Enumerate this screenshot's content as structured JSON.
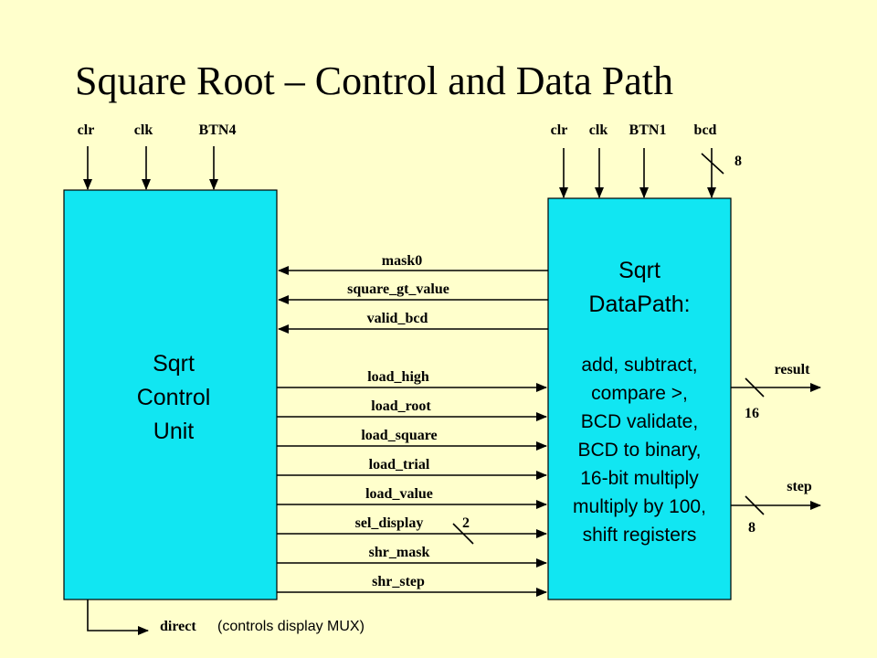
{
  "title": "Square Root – Control and Data Path",
  "control_unit": {
    "label_lines": [
      "Sqrt",
      "Control",
      "Unit"
    ],
    "inputs": [
      "clr",
      "clk",
      "BTN4"
    ]
  },
  "datapath": {
    "label_lines": [
      "Sqrt",
      "DataPath:"
    ],
    "ops_lines": [
      "add, subtract,",
      "compare >,",
      "BCD validate,",
      "BCD to binary,",
      "16-bit multiply",
      "multiply by 100,",
      "shift registers"
    ],
    "inputs": [
      "clr",
      "clk",
      "BTN1",
      "bcd"
    ],
    "bcd_width": "8"
  },
  "status_signals": [
    "mask0",
    "square_gt_value",
    "valid_bcd"
  ],
  "control_signals": [
    "load_high",
    "load_root",
    "load_square",
    "load_trial",
    "load_value",
    "sel_display",
    "shr_mask",
    "shr_step"
  ],
  "sel_display_width": "2",
  "outputs": {
    "result": {
      "label": "result",
      "width": "16"
    },
    "step": {
      "label": "step",
      "width": "8"
    }
  },
  "direct": {
    "label": "direct",
    "note": "(controls display MUX)"
  },
  "colors": {
    "background": "#ffffcc",
    "block": "#11e6f2"
  }
}
